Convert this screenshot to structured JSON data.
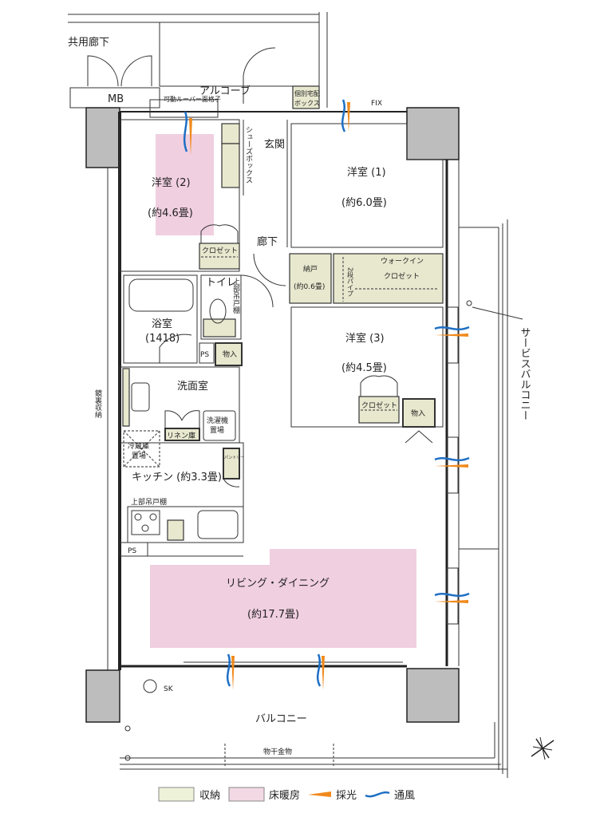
{
  "labels": {
    "common_corridor": "共用廊下",
    "mb": "MB",
    "alcove": "アルコーブ",
    "louver": "可動ルーバー面格子",
    "delivery_box": [
      "個別宅配",
      "ボックス"
    ],
    "fix": "FIX",
    "shoe_box": "シューズボックス",
    "entrance": "玄関",
    "corridor": "廊下",
    "room1": {
      "name": "洋室 (1)",
      "size": "(約6.0畳)"
    },
    "room2": {
      "name": "洋室 (2)",
      "size": "(約4.6畳)"
    },
    "room3": {
      "name": "洋室 (3)",
      "size": "(約4.5畳)"
    },
    "closet": "クロゼット",
    "storeroom": {
      "name": "納戸",
      "size": "(約0.6畳)"
    },
    "walkin": [
      "ウォークイン",
      "クロゼット"
    ],
    "pipe": "2段パイプ",
    "toilet": "トイレ",
    "upper_cabinet": "上部吊戸棚",
    "bath": {
      "name": "浴室",
      "size": "(1418)"
    },
    "ps": "PS",
    "mono_ire": "物入",
    "washroom": "洗面室",
    "mirror_storage": "鏡裏収納",
    "linen": "リネン庫",
    "washer": [
      "洗濯機",
      "置場"
    ],
    "fridge": [
      "冷蔵庫",
      "置場"
    ],
    "pantry": "パントリー",
    "kitchen": "キッチン (約3.3畳)",
    "living": {
      "name": "リビング・ダイニング",
      "size": "(約17.7畳)"
    },
    "sk": "SK",
    "balcony": "バルコニー",
    "service_balcony": "サービスバルコニー",
    "drying_hardware": "物干金物"
  },
  "legend": [
    {
      "label": "収納",
      "color": "#eef2d8"
    },
    {
      "label": "床暖房",
      "color": "#f2d9e4"
    },
    {
      "label": "採光",
      "color": "#f08a1c"
    },
    {
      "label": "通風",
      "color": "#1f6fc4"
    }
  ],
  "colors": {
    "storage": "#e8e8cf",
    "floor_heating": "#f0cfe0",
    "light": "#f08a1c",
    "wind": "#1f6fc4"
  }
}
